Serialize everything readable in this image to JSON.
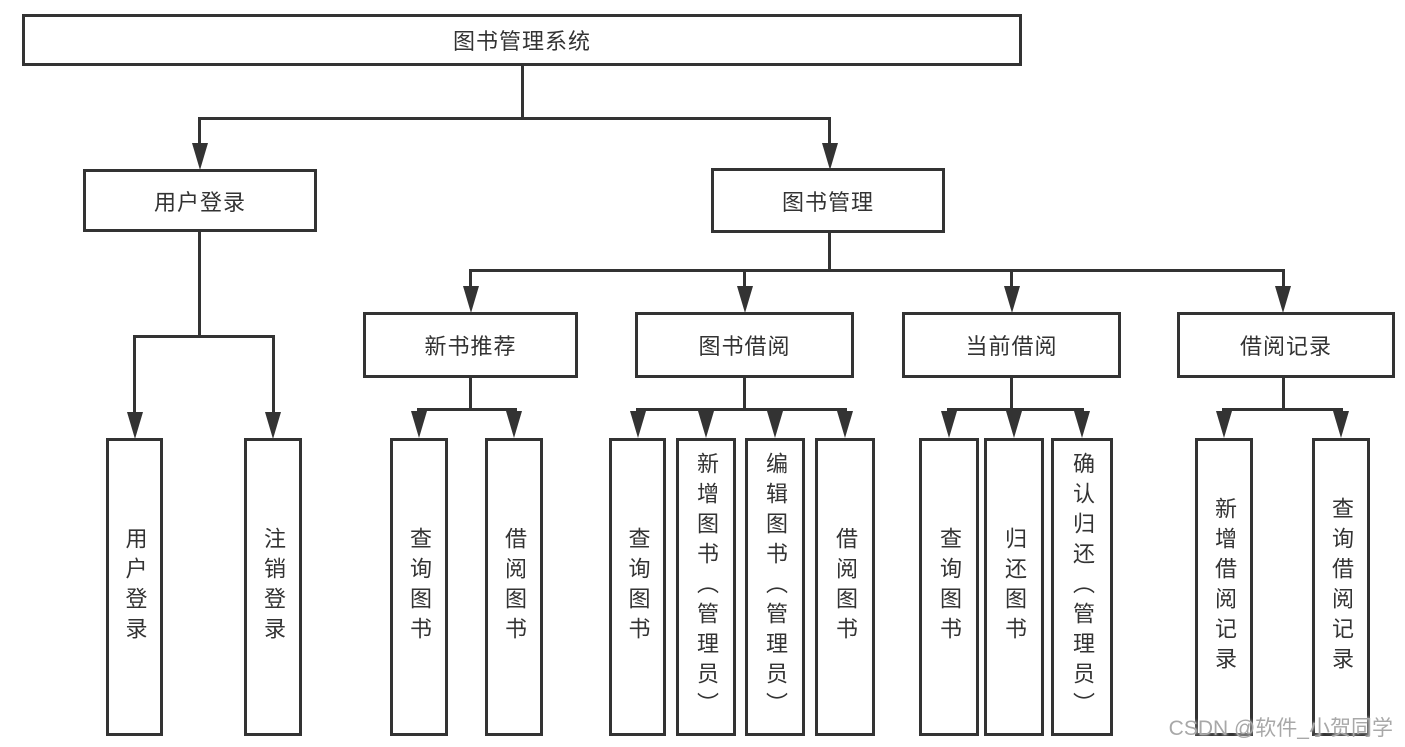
{
  "diagram": {
    "type": "hierarchy-tree",
    "root": {
      "label": "图书管理系统",
      "children": [
        {
          "label": "用户登录",
          "children": [
            {
              "label": "用户登录"
            },
            {
              "label": "注销登录"
            }
          ]
        },
        {
          "label": "图书管理",
          "children": [
            {
              "label": "新书推荐",
              "children": [
                {
                  "label": "查询图书"
                },
                {
                  "label": "借阅图书"
                }
              ]
            },
            {
              "label": "图书借阅",
              "children": [
                {
                  "label": "查询图书"
                },
                {
                  "label": "新增图书（管理员）"
                },
                {
                  "label": "编辑图书（管理员）"
                },
                {
                  "label": "借阅图书"
                }
              ]
            },
            {
              "label": "当前借阅",
              "children": [
                {
                  "label": "查询图书"
                },
                {
                  "label": "归还图书"
                },
                {
                  "label": "确认归还（管理员）"
                }
              ]
            },
            {
              "label": "借阅记录",
              "children": [
                {
                  "label": "新增借阅记录"
                },
                {
                  "label": "查询借阅记录"
                }
              ]
            }
          ]
        }
      ]
    }
  },
  "watermark": {
    "text": "CSDN @软件_小贺同学"
  },
  "colors": {
    "line": "#333333",
    "text": "#333333",
    "watermark": "#a8a8a8",
    "background": "#ffffff"
  }
}
